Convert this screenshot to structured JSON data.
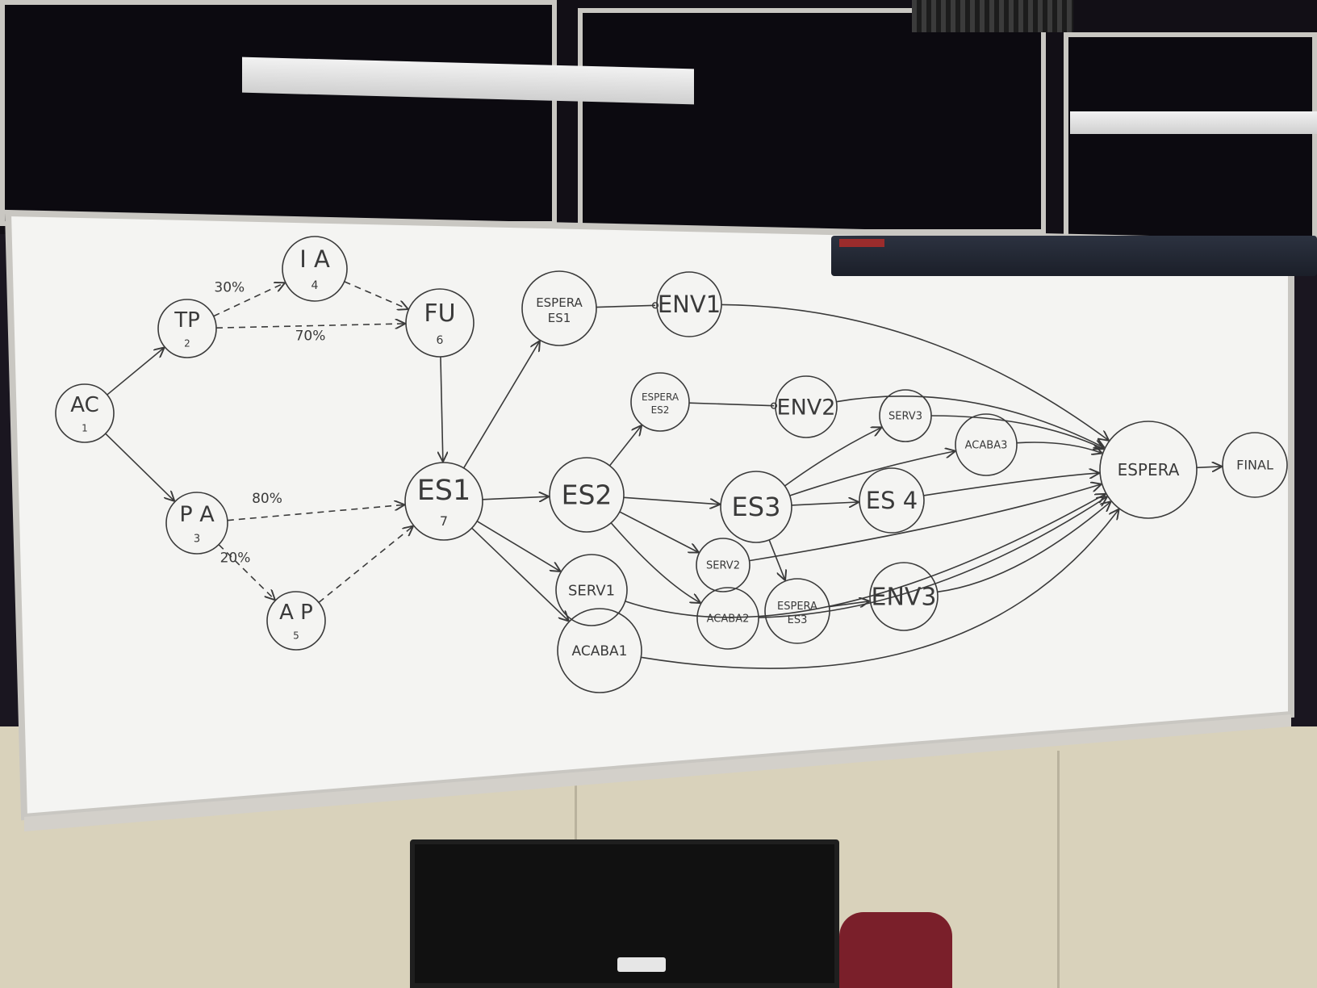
{
  "diagram": {
    "nodes": [
      {
        "id": "AC",
        "label": "AC",
        "sub": "1"
      },
      {
        "id": "TP",
        "label": "TP",
        "sub": "2"
      },
      {
        "id": "PA",
        "label": "P A",
        "sub": "3"
      },
      {
        "id": "IA",
        "label": "I A",
        "sub": "4"
      },
      {
        "id": "AP",
        "label": "A P",
        "sub": "5"
      },
      {
        "id": "FU",
        "label": "FU",
        "sub": "6"
      },
      {
        "id": "ES1",
        "label": "ES1",
        "sub": "7"
      },
      {
        "id": "EESP1",
        "label": "ESPERA",
        "label2": "ES1",
        "sub": ""
      },
      {
        "id": "ENV1",
        "label": "ENV1",
        "sub": ""
      },
      {
        "id": "ES2",
        "label": "ES2",
        "sub": ""
      },
      {
        "id": "EESP2",
        "label": "ESPERA",
        "label2": "ES2",
        "sub": ""
      },
      {
        "id": "ENV2",
        "label": "ENV2",
        "sub": ""
      },
      {
        "id": "SERV3",
        "label": "SERV3",
        "sub": ""
      },
      {
        "id": "ACABA3",
        "label": "ACABA3",
        "sub": ""
      },
      {
        "id": "ES3",
        "label": "ES3",
        "sub": ""
      },
      {
        "id": "ES4",
        "label": "ES 4",
        "sub": ""
      },
      {
        "id": "SERV2",
        "label": "SERV2",
        "sub": ""
      },
      {
        "id": "ACABA2",
        "label": "ACABA2",
        "sub": ""
      },
      {
        "id": "EESP3",
        "label": "ESPERA",
        "label2": "ES3",
        "sub": ""
      },
      {
        "id": "ENV3",
        "label": "ENV3",
        "sub": ""
      },
      {
        "id": "SERV1",
        "label": "SERV1",
        "sub": ""
      },
      {
        "id": "ACABA1",
        "label": "ACABA1",
        "sub": ""
      },
      {
        "id": "ESPERA",
        "label": "ESPERA",
        "sub": ""
      },
      {
        "id": "FINAL",
        "label": "FINAL",
        "sub": ""
      }
    ],
    "edges": [
      {
        "from": "AC",
        "to": "TP",
        "style": "solid",
        "label": ""
      },
      {
        "from": "AC",
        "to": "PA",
        "style": "solid",
        "label": ""
      },
      {
        "from": "TP",
        "to": "IA",
        "style": "dashed",
        "label": "30%"
      },
      {
        "from": "TP",
        "to": "FU",
        "style": "dashed",
        "label": "70%"
      },
      {
        "from": "IA",
        "to": "FU",
        "style": "dashed",
        "label": ""
      },
      {
        "from": "PA",
        "to": "ES1",
        "style": "dashed",
        "label": "80%"
      },
      {
        "from": "PA",
        "to": "AP",
        "style": "dashed",
        "label": "20%"
      },
      {
        "from": "AP",
        "to": "ES1",
        "style": "dashed",
        "label": ""
      },
      {
        "from": "FU",
        "to": "ES1",
        "style": "solid",
        "label": ""
      },
      {
        "from": "ES1",
        "to": "EESP1",
        "style": "solid",
        "label": ""
      },
      {
        "from": "EESP1",
        "to": "ENV1",
        "style": "solid",
        "label": ""
      },
      {
        "from": "ENV1",
        "to": "ESPERA",
        "style": "solid",
        "label": ""
      },
      {
        "from": "ES1",
        "to": "ES2",
        "style": "solid",
        "label": ""
      },
      {
        "from": "ES1",
        "to": "SERV1",
        "style": "solid",
        "label": ""
      },
      {
        "from": "ES1",
        "to": "ACABA1",
        "style": "solid",
        "label": ""
      },
      {
        "from": "ES2",
        "to": "EESP2",
        "style": "solid",
        "label": ""
      },
      {
        "from": "EESP2",
        "to": "ENV2",
        "style": "solid",
        "label": ""
      },
      {
        "from": "ENV2",
        "to": "ESPERA",
        "style": "solid",
        "label": ""
      },
      {
        "from": "ES2",
        "to": "ES3",
        "style": "solid",
        "label": ""
      },
      {
        "from": "ES2",
        "to": "SERV2",
        "style": "solid",
        "label": ""
      },
      {
        "from": "ES2",
        "to": "ACABA2",
        "style": "solid",
        "label": ""
      },
      {
        "from": "ES3",
        "to": "SERV3",
        "style": "solid",
        "label": ""
      },
      {
        "from": "ES3",
        "to": "ACABA3",
        "style": "solid",
        "label": ""
      },
      {
        "from": "ES3",
        "to": "ES4",
        "style": "solid",
        "label": ""
      },
      {
        "from": "ES3",
        "to": "EESP3",
        "style": "solid",
        "label": ""
      },
      {
        "from": "EESP3",
        "to": "ENV3",
        "style": "solid",
        "label": ""
      },
      {
        "from": "SERV3",
        "to": "ESPERA",
        "style": "solid",
        "label": ""
      },
      {
        "from": "ACABA3",
        "to": "ESPERA",
        "style": "solid",
        "label": ""
      },
      {
        "from": "ES4",
        "to": "ESPERA",
        "style": "solid",
        "label": ""
      },
      {
        "from": "SERV2",
        "to": "ESPERA",
        "style": "solid",
        "label": ""
      },
      {
        "from": "ACABA2",
        "to": "ESPERA",
        "style": "solid",
        "label": ""
      },
      {
        "from": "ENV3",
        "to": "ESPERA",
        "style": "solid",
        "label": ""
      },
      {
        "from": "SERV1",
        "to": "ESPERA",
        "style": "solid",
        "label": ""
      },
      {
        "from": "ACABA1",
        "to": "ESPERA",
        "style": "solid",
        "label": ""
      },
      {
        "from": "ESPERA",
        "to": "FINAL",
        "style": "solid",
        "label": ""
      }
    ]
  },
  "colors": {
    "ink": "#3a3a3a",
    "board": "#f4f4f2"
  }
}
